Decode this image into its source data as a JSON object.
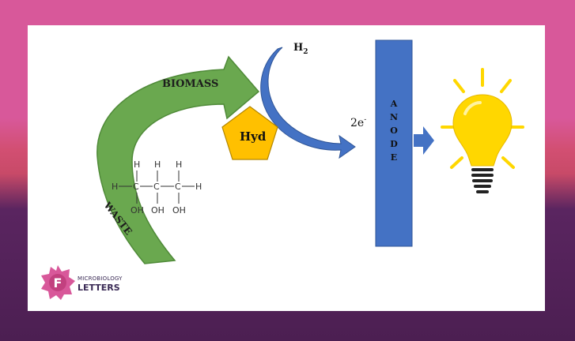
{
  "diagram": {
    "biomass_label": "BIOMASS",
    "waste_label": "WASTE",
    "h2_base": "H",
    "h2_sub": "2",
    "enzyme_label": "Hyd",
    "electrons_base": "2e",
    "electrons_sup": "-",
    "anode_letters": [
      "A",
      "N",
      "O",
      "D",
      "E"
    ],
    "molecule": {
      "top_h": [
        "H",
        "H",
        "H"
      ],
      "backbone_left_h": "H",
      "backbone_carbons": [
        "C",
        "C",
        "C"
      ],
      "backbone_right_h": "H",
      "hydroxyls": [
        "OH",
        "OH",
        "OH"
      ]
    }
  },
  "logo": {
    "badge_letter": "F",
    "line1": "MICROBIOLOGY",
    "line2": "LETTERS"
  },
  "colors": {
    "arrow_green": "#6aa84f",
    "arrow_green_dark": "#4f8a38",
    "pentagon_fill": "#ffc000",
    "anode_blue": "#4472c4",
    "bulb_yellow": "#ffd700",
    "logo_pink": "#d8589a"
  }
}
